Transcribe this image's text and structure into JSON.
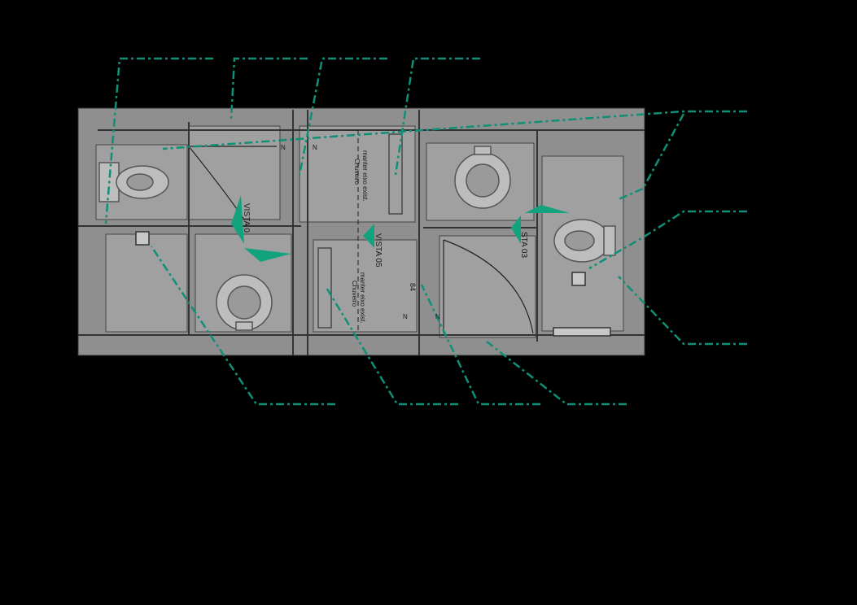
{
  "labels": {
    "view_05": "VISTA 05",
    "view_0x": "VISTA 0",
    "view_03": "STA 03",
    "shower_1_line1": "Chuveiro",
    "shower_1_line2": "manter eixo exist.",
    "shower_2_line1": "Chuveiro",
    "shower_2_line2": "manter eixo exist.",
    "dim_84": "84",
    "marker_n": "N"
  },
  "colors": {
    "background": "#000000",
    "wall": "#8f8f8f",
    "floor": "#9a9a9a",
    "line": "#3a3a3a",
    "leader": "#0f8f78",
    "arrow": "#12a37e"
  }
}
